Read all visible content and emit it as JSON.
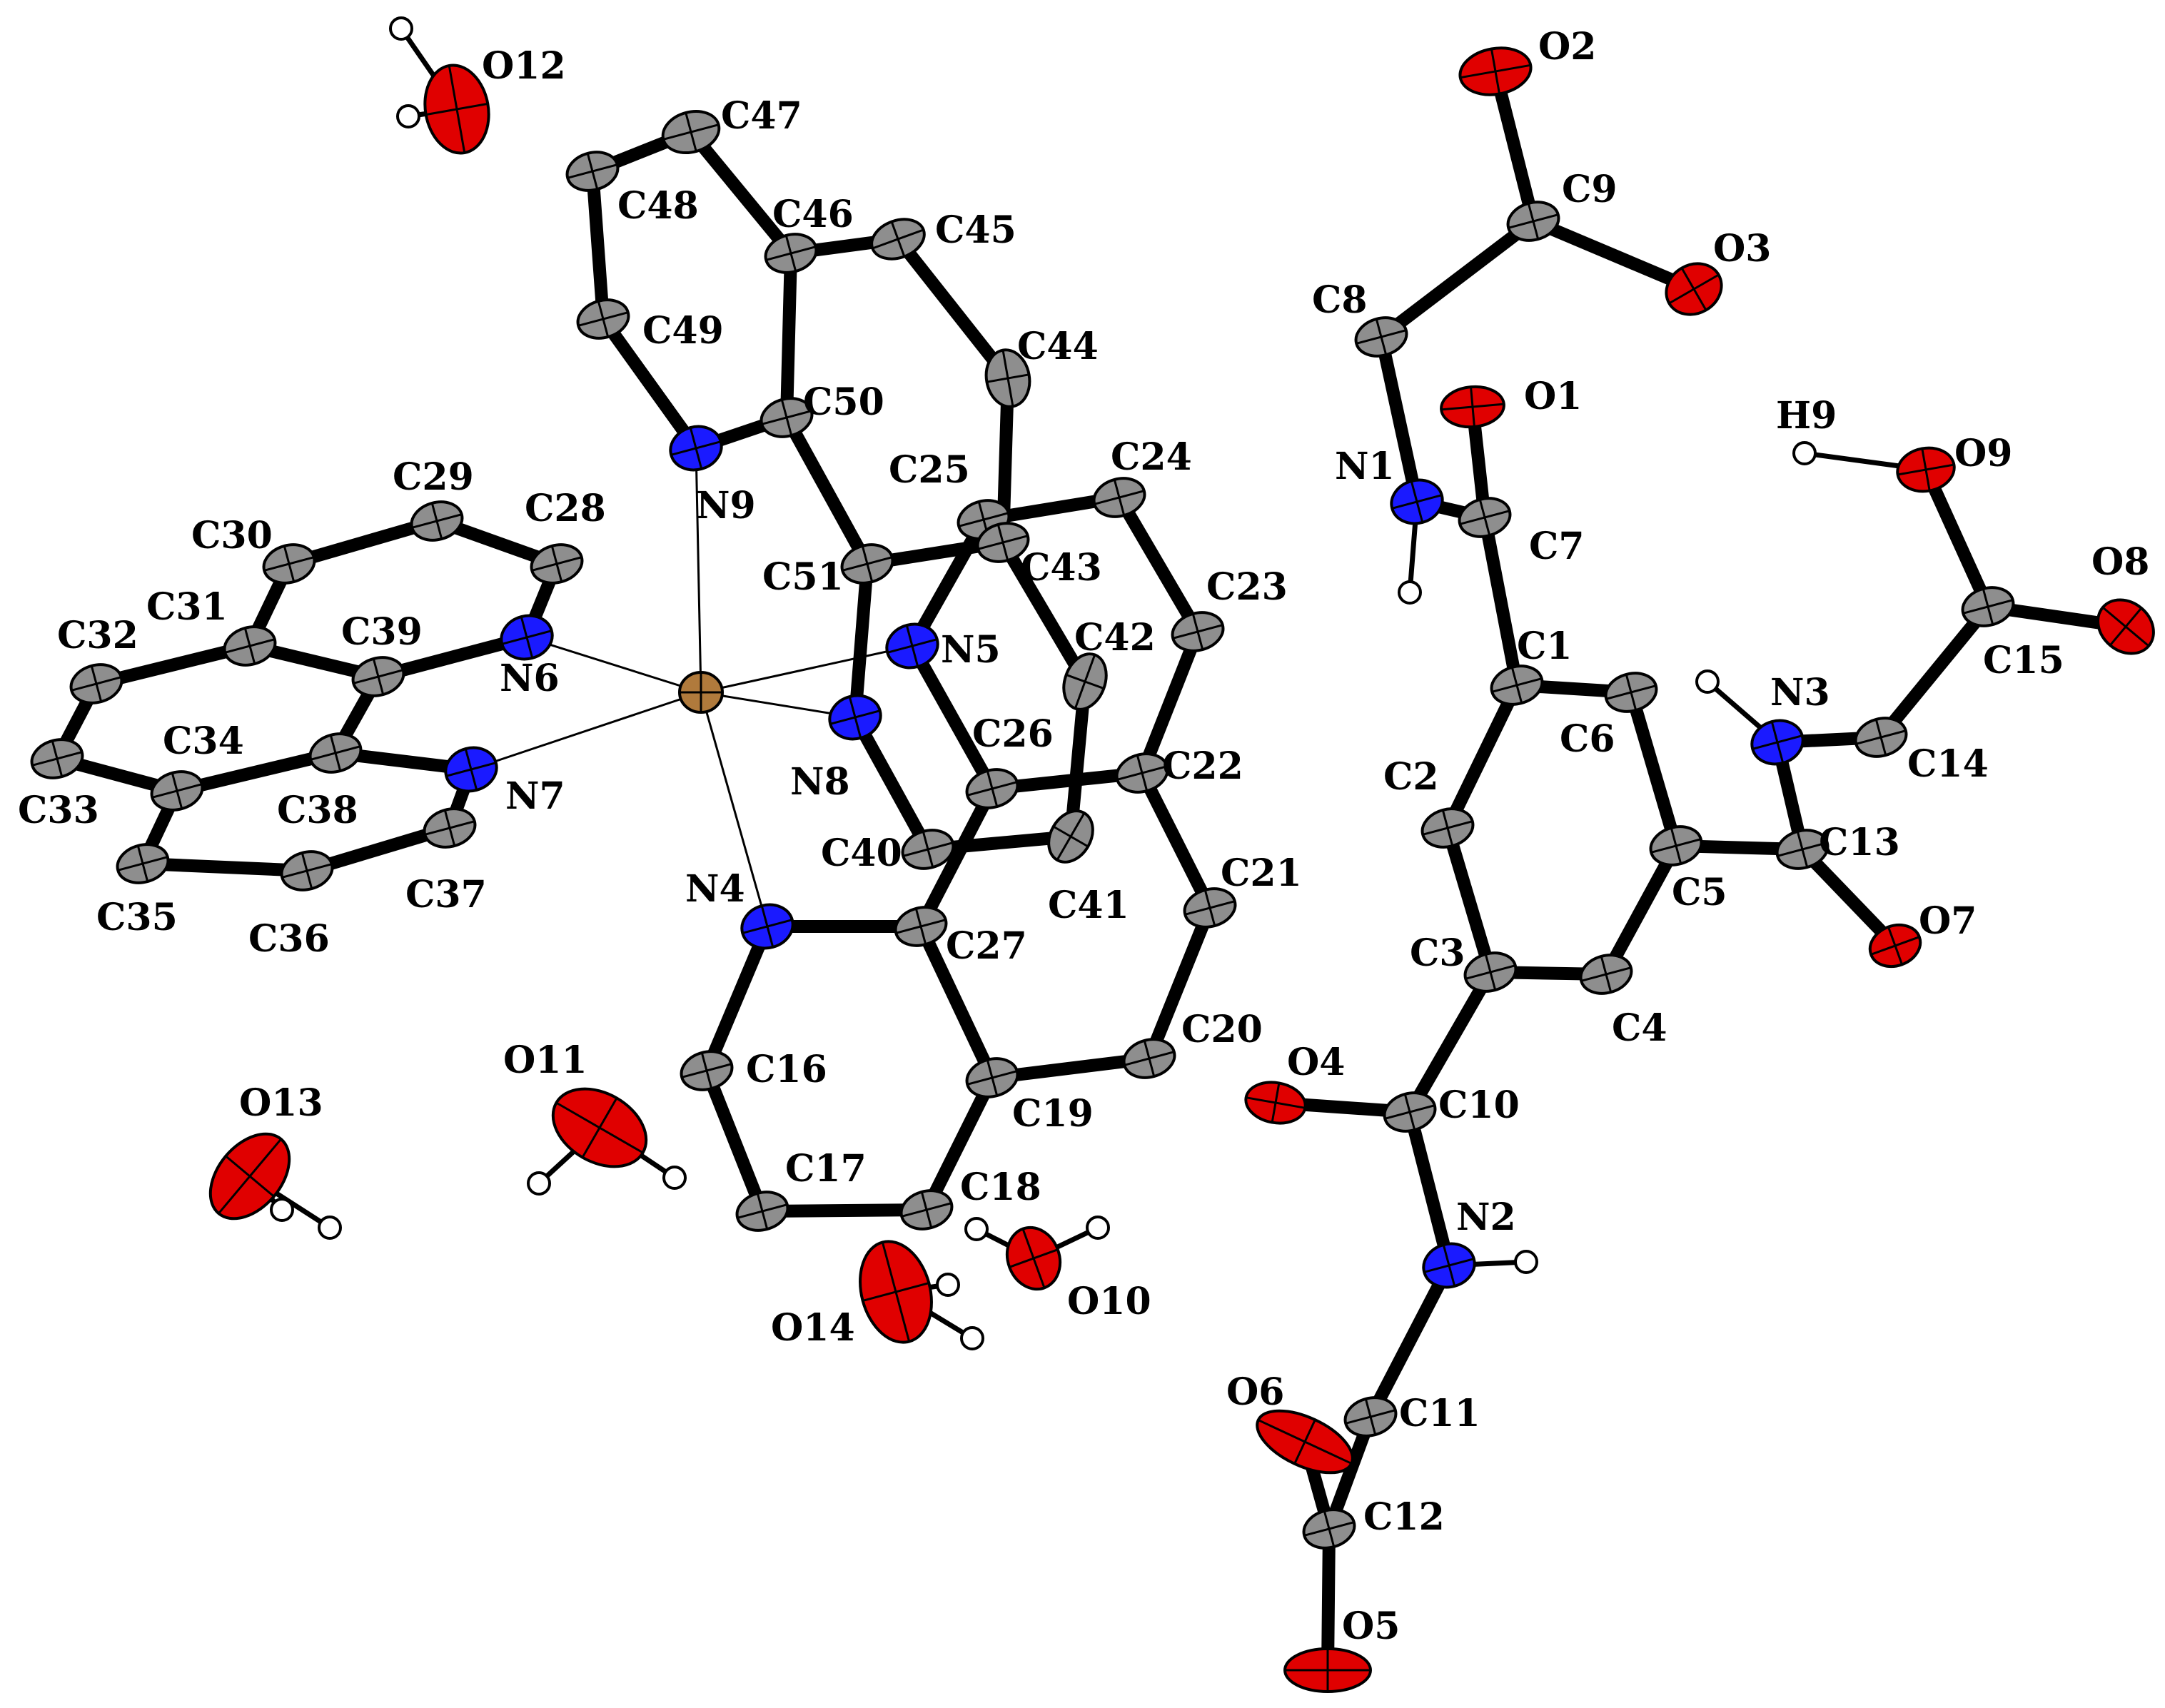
{
  "colors": {
    "C": "#8e8e8e",
    "N": "#1a1aff",
    "O": "#e00000",
    "H": "#ffffff",
    "metal": "#b07a3c"
  },
  "atoms": {
    "metal": {
      "el": "metal",
      "label": ""
    },
    "N4": {
      "el": "N",
      "label": "N4"
    },
    "N5": {
      "el": "N",
      "label": "N5"
    },
    "N6": {
      "el": "N",
      "label": "N6"
    },
    "N7": {
      "el": "N",
      "label": "N7"
    },
    "N8": {
      "el": "N",
      "label": "N8"
    },
    "N9": {
      "el": "N",
      "label": "N9"
    },
    "N1": {
      "el": "N",
      "label": "N1"
    },
    "N2": {
      "el": "N",
      "label": "N2"
    },
    "N3": {
      "el": "N",
      "label": "N3"
    },
    "C1": {
      "el": "C",
      "label": "C1"
    },
    "C2": {
      "el": "C",
      "label": "C2"
    },
    "C3": {
      "el": "C",
      "label": "C3"
    },
    "C4": {
      "el": "C",
      "label": "C4"
    },
    "C5": {
      "el": "C",
      "label": "C5"
    },
    "C6": {
      "el": "C",
      "label": "C6"
    },
    "C7": {
      "el": "C",
      "label": "C7"
    },
    "C8": {
      "el": "C",
      "label": "C8"
    },
    "C9": {
      "el": "C",
      "label": "C9"
    },
    "C10": {
      "el": "C",
      "label": "C10"
    },
    "C11": {
      "el": "C",
      "label": "C11"
    },
    "C12": {
      "el": "C",
      "label": "C12"
    },
    "C13": {
      "el": "C",
      "label": "C13"
    },
    "C14": {
      "el": "C",
      "label": "C14"
    },
    "C15": {
      "el": "C",
      "label": "C15"
    },
    "C16": {
      "el": "C",
      "label": "C16"
    },
    "C17": {
      "el": "C",
      "label": "C17"
    },
    "C18": {
      "el": "C",
      "label": "C18"
    },
    "C19": {
      "el": "C",
      "label": "C19"
    },
    "C20": {
      "el": "C",
      "label": "C20"
    },
    "C21": {
      "el": "C",
      "label": "C21"
    },
    "C22": {
      "el": "C",
      "label": "C22"
    },
    "C23": {
      "el": "C",
      "label": "C23"
    },
    "C24": {
      "el": "C",
      "label": "C24"
    },
    "C25": {
      "el": "C",
      "label": "C25"
    },
    "C26": {
      "el": "C",
      "label": "C26"
    },
    "C27": {
      "el": "C",
      "label": "C27"
    },
    "C28": {
      "el": "C",
      "label": "C28"
    },
    "C29": {
      "el": "C",
      "label": "C29"
    },
    "C30": {
      "el": "C",
      "label": "C30"
    },
    "C31": {
      "el": "C",
      "label": "C31"
    },
    "C32": {
      "el": "C",
      "label": "C32"
    },
    "C33": {
      "el": "C",
      "label": "C33"
    },
    "C34": {
      "el": "C",
      "label": "C34"
    },
    "C35": {
      "el": "C",
      "label": "C35"
    },
    "C36": {
      "el": "C",
      "label": "C36"
    },
    "C37": {
      "el": "C",
      "label": "C37"
    },
    "C38": {
      "el": "C",
      "label": "C38"
    },
    "C39": {
      "el": "C",
      "label": "C39"
    },
    "C40": {
      "el": "C",
      "label": "C40"
    },
    "C41": {
      "el": "C",
      "label": "C41"
    },
    "C42": {
      "el": "C",
      "label": "C42"
    },
    "C43": {
      "el": "C",
      "label": "C43"
    },
    "C44": {
      "el": "C",
      "label": "C44"
    },
    "C45": {
      "el": "C",
      "label": "C45"
    },
    "C46": {
      "el": "C",
      "label": "C46"
    },
    "C47": {
      "el": "C",
      "label": "C47"
    },
    "C48": {
      "el": "C",
      "label": "C48"
    },
    "C49": {
      "el": "C",
      "label": "C49"
    },
    "C50": {
      "el": "C",
      "label": "C50"
    },
    "C51": {
      "el": "C",
      "label": "C51"
    },
    "O1": {
      "el": "O",
      "label": "O1"
    },
    "O2": {
      "el": "O",
      "label": "O2"
    },
    "O3": {
      "el": "O",
      "label": "O3"
    },
    "O4": {
      "el": "O",
      "label": "O4"
    },
    "O5": {
      "el": "O",
      "label": "O5"
    },
    "O6": {
      "el": "O",
      "label": "O6"
    },
    "O7": {
      "el": "O",
      "label": "O7"
    },
    "O8": {
      "el": "O",
      "label": "O8"
    },
    "O9": {
      "el": "O",
      "label": "O9"
    },
    "O10": {
      "el": "O",
      "label": "O10"
    },
    "O11": {
      "el": "O",
      "label": "O11"
    },
    "O12": {
      "el": "O",
      "label": "O12"
    },
    "O13": {
      "el": "O",
      "label": "O13"
    },
    "O14": {
      "el": "O",
      "label": "O14"
    },
    "H9": {
      "el": "H",
      "label": "H9"
    },
    "HN1": {
      "el": "H",
      "label": ""
    },
    "HN2": {
      "el": "H",
      "label": ""
    },
    "HN3": {
      "el": "H",
      "label": ""
    },
    "H12a": {
      "el": "H",
      "label": ""
    },
    "H12b": {
      "el": "H",
      "label": ""
    },
    "H11a": {
      "el": "H",
      "label": ""
    },
    "H11b": {
      "el": "H",
      "label": ""
    },
    "H13a": {
      "el": "H",
      "label": ""
    },
    "H13b": {
      "el": "H",
      "label": ""
    },
    "H14a": {
      "el": "H",
      "label": ""
    },
    "H14b": {
      "el": "H",
      "label": ""
    },
    "H10a": {
      "el": "H",
      "label": ""
    },
    "H10b": {
      "el": "H",
      "label": ""
    }
  },
  "bonds": [
    [
      "N4",
      "C16"
    ],
    [
      "C16",
      "C17"
    ],
    [
      "C17",
      "C18"
    ],
    [
      "C18",
      "C19"
    ],
    [
      "C19",
      "C27"
    ],
    [
      "C27",
      "N4"
    ],
    [
      "C19",
      "C20"
    ],
    [
      "C20",
      "C21"
    ],
    [
      "C21",
      "C22"
    ],
    [
      "C22",
      "C26"
    ],
    [
      "C26",
      "C27"
    ],
    [
      "C22",
      "C23"
    ],
    [
      "C23",
      "C24"
    ],
    [
      "C24",
      "C25"
    ],
    [
      "C25",
      "N5"
    ],
    [
      "N5",
      "C26"
    ],
    [
      "N6",
      "C28"
    ],
    [
      "C28",
      "C29"
    ],
    [
      "C29",
      "C30"
    ],
    [
      "C30",
      "C31"
    ],
    [
      "C31",
      "C39"
    ],
    [
      "C39",
      "N6"
    ],
    [
      "C31",
      "C32"
    ],
    [
      "C32",
      "C33"
    ],
    [
      "C33",
      "C34"
    ],
    [
      "C34",
      "C38"
    ],
    [
      "C38",
      "C39"
    ],
    [
      "C34",
      "C35"
    ],
    [
      "C35",
      "C36"
    ],
    [
      "C36",
      "C37"
    ],
    [
      "C37",
      "N7"
    ],
    [
      "N7",
      "C38"
    ],
    [
      "N9",
      "C49"
    ],
    [
      "C49",
      "C48"
    ],
    [
      "C48",
      "C47"
    ],
    [
      "C47",
      "C46"
    ],
    [
      "C46",
      "C50"
    ],
    [
      "C50",
      "N9"
    ],
    [
      "C46",
      "C45"
    ],
    [
      "C45",
      "C44"
    ],
    [
      "C44",
      "C43"
    ],
    [
      "C43",
      "C51"
    ],
    [
      "C51",
      "C50"
    ],
    [
      "C43",
      "C42"
    ],
    [
      "C42",
      "C41"
    ],
    [
      "C41",
      "C40"
    ],
    [
      "C40",
      "N8"
    ],
    [
      "N8",
      "C51"
    ],
    [
      "C1",
      "C2"
    ],
    [
      "C2",
      "C3"
    ],
    [
      "C3",
      "C4"
    ],
    [
      "C4",
      "C5"
    ],
    [
      "C5",
      "C6"
    ],
    [
      "C6",
      "C1"
    ],
    [
      "C1",
      "C7"
    ],
    [
      "C7",
      "O1"
    ],
    [
      "C7",
      "N1"
    ],
    [
      "N1",
      "C8"
    ],
    [
      "C8",
      "C9"
    ],
    [
      "C9",
      "O2"
    ],
    [
      "C9",
      "O3"
    ],
    [
      "C3",
      "C10"
    ],
    [
      "C10",
      "O4"
    ],
    [
      "C10",
      "N2"
    ],
    [
      "N2",
      "C11"
    ],
    [
      "C11",
      "C12"
    ],
    [
      "C12",
      "O5"
    ],
    [
      "C12",
      "O6"
    ],
    [
      "C5",
      "C13"
    ],
    [
      "C13",
      "O7"
    ],
    [
      "C13",
      "N3"
    ],
    [
      "N3",
      "C14"
    ],
    [
      "C14",
      "C15"
    ],
    [
      "C15",
      "O8"
    ],
    [
      "C15",
      "O9"
    ]
  ],
  "coordination_bonds": [
    [
      "metal",
      "N4"
    ],
    [
      "metal",
      "N5"
    ],
    [
      "metal",
      "N6"
    ],
    [
      "metal",
      "N7"
    ],
    [
      "metal",
      "N8"
    ],
    [
      "metal",
      "N9"
    ]
  ],
  "h_bonds": [
    [
      "O9",
      "H9"
    ],
    [
      "N1",
      "HN1"
    ],
    [
      "N2",
      "HN2"
    ],
    [
      "N3",
      "HN3"
    ],
    [
      "O12",
      "H12a"
    ],
    [
      "O12",
      "H12b"
    ],
    [
      "O11",
      "H11a"
    ],
    [
      "O11",
      "H11b"
    ],
    [
      "O13",
      "H13a"
    ],
    [
      "O13",
      "H13b"
    ],
    [
      "O14",
      "H14a"
    ],
    [
      "O14",
      "H14b"
    ],
    [
      "O10",
      "H10a"
    ],
    [
      "O10",
      "H10b"
    ]
  ]
}
